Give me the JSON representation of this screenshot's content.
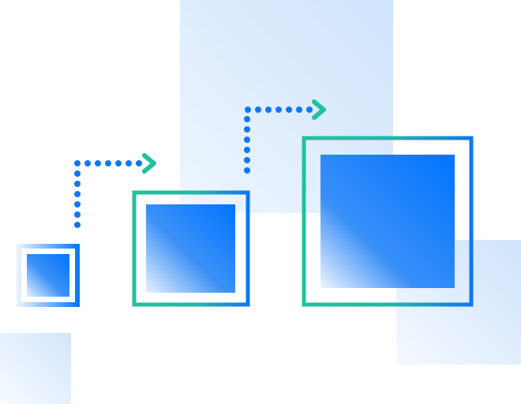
{
  "colors": {
    "blue": "#0d77f4",
    "deep_blue": "#0074ff",
    "teal": "#1fc39b",
    "panel": "#cfe3fb",
    "light": "#f3f8ff"
  },
  "diagram": {
    "stages": [
      {
        "name": "small-square",
        "level": 1
      },
      {
        "name": "medium-square",
        "level": 2
      },
      {
        "name": "large-square",
        "level": 3
      }
    ],
    "connectors": [
      {
        "from": "small-square",
        "to": "medium-square",
        "style": "dotted-arrow"
      },
      {
        "from": "medium-square",
        "to": "large-square",
        "style": "dotted-arrow"
      }
    ],
    "icon": "growth-scale-diagram"
  }
}
